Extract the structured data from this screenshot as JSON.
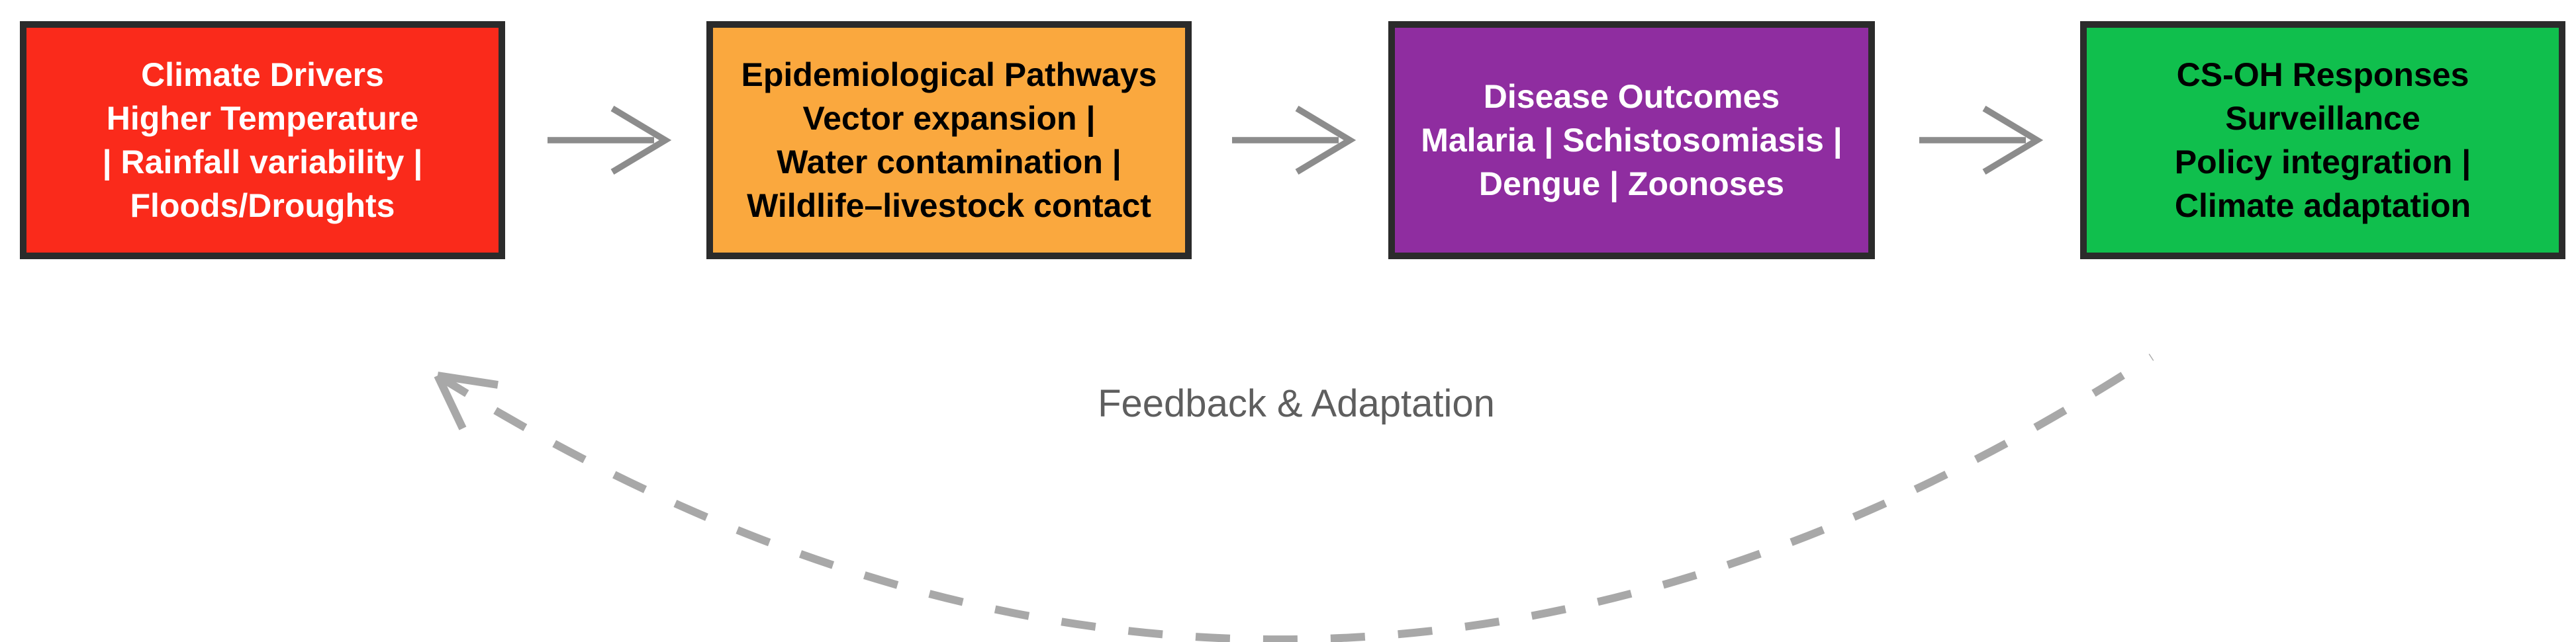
{
  "diagram": {
    "boxes": [
      {
        "id": "climate-drivers",
        "fill": "#FA2A1B",
        "text_color": "#FFFFFF",
        "lines": [
          "Climate Drivers",
          "Higher Temperature",
          "| Rainfall variability |",
          "Floods/Droughts"
        ]
      },
      {
        "id": "epidemiological-pathways",
        "fill": "#FAA83E",
        "text_color": "#000000",
        "lines": [
          "Epidemiological Pathways",
          "Vector expansion |",
          "Water contamination |",
          "Wildlife–livestock contact"
        ]
      },
      {
        "id": "disease-outcomes",
        "fill": "#8F2DA0",
        "text_color": "#FFFFFF",
        "lines": [
          "Disease Outcomes",
          "Malaria | Schistosomiasis |",
          "Dengue | Zoonoses"
        ]
      },
      {
        "id": "cs-oh-responses",
        "fill": "#10BF4D",
        "text_color": "#000000",
        "lines": [
          "CS-OH Responses",
          "Surveillance",
          "Policy integration |",
          "Climate adaptation"
        ]
      }
    ],
    "feedback_label": "Feedback & Adaptation",
    "icons": {
      "flow_connector": "right-arrow-icon",
      "feedback_connector": "curved-dashed-arrow-icon"
    },
    "colors": {
      "border": "#2B2B2B",
      "arrow": "#8C8C8C",
      "dashed": "#A8A8A8",
      "label": "#5E5E5E"
    }
  }
}
